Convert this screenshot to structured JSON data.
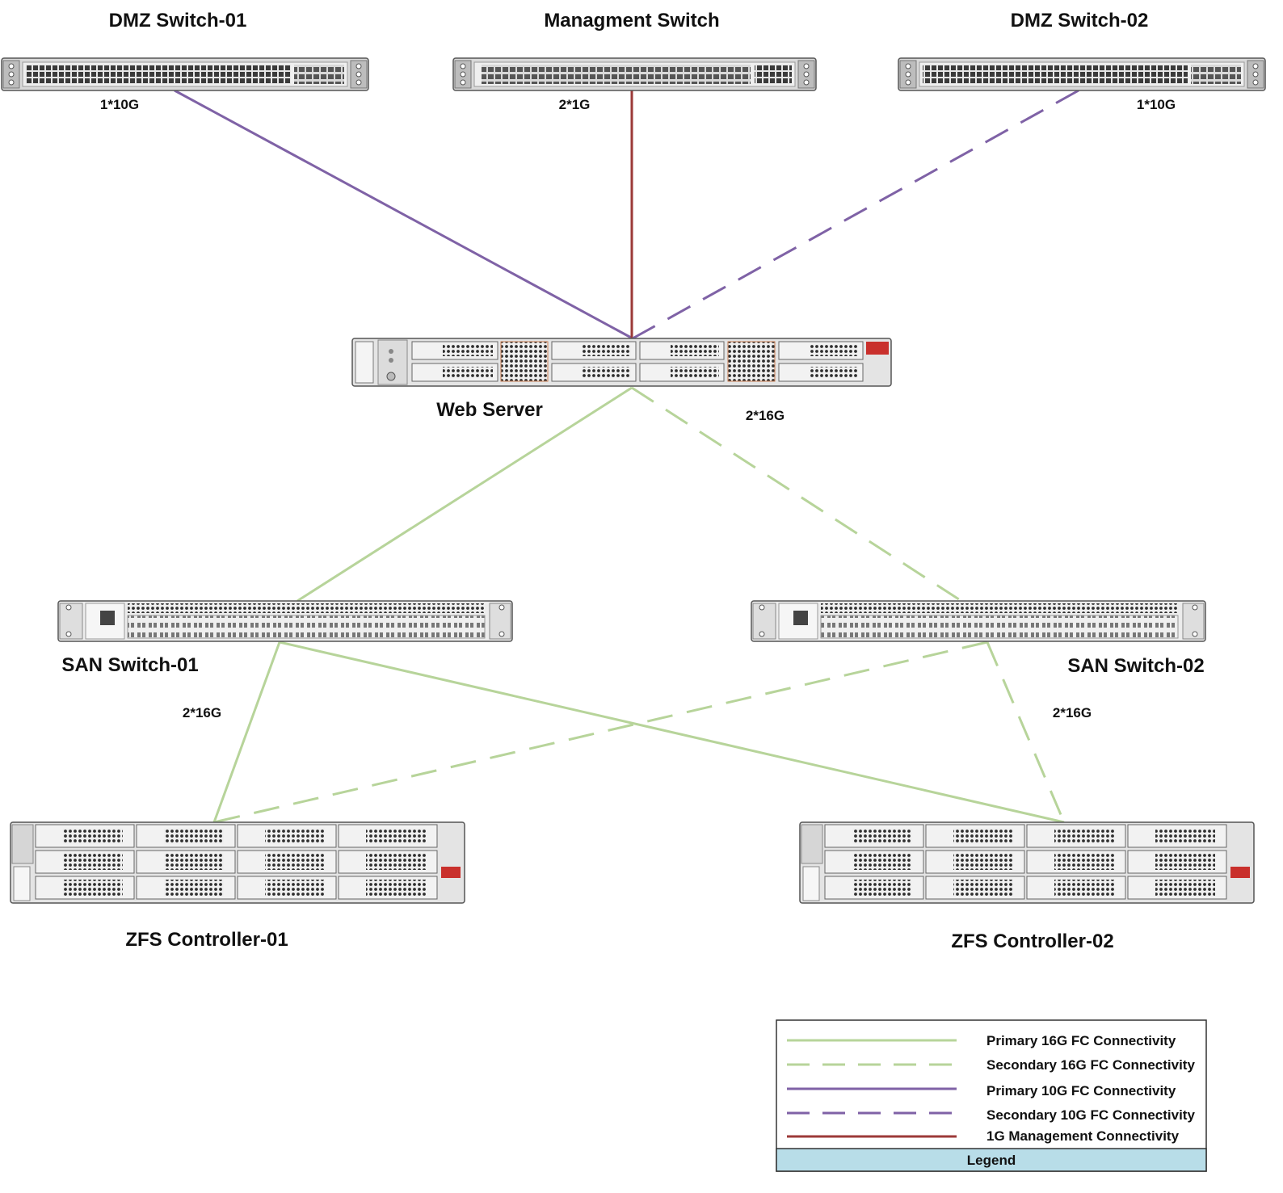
{
  "devices": {
    "dmz_switch_01": "DMZ Switch-01",
    "mgmt_switch": "Managment Switch",
    "dmz_switch_02": "DMZ Switch-02",
    "web_server": "Web Server",
    "san_switch_01": "SAN Switch-01",
    "san_switch_02": "SAN Switch-02",
    "zfs_controller_01": "ZFS Controller-01",
    "zfs_controller_02": "ZFS Controller-02"
  },
  "link_labels": {
    "dmz01": "1*10G",
    "mgmt": "2*1G",
    "dmz02": "1*10G",
    "web_san": "2*16G",
    "san01_zfs": "2*16G",
    "san02_zfs": "2*16G"
  },
  "colors": {
    "fc16": "#b7d49a",
    "fc10": "#7f62a6",
    "mgmt": "#9c3a38",
    "legend_header": "#b8dde8"
  },
  "legend": {
    "title": "Legend",
    "items": [
      {
        "label": "Primary 16G FC Connectivity",
        "style": "solid",
        "color": "#b7d49a"
      },
      {
        "label": "Secondary 16G FC Connectivity",
        "style": "dashed",
        "color": "#b7d49a"
      },
      {
        "label": "Primary 10G FC Connectivity",
        "style": "solid",
        "color": "#7f62a6"
      },
      {
        "label": "Secondary 10G FC Connectivity",
        "style": "dashed",
        "color": "#7f62a6"
      },
      {
        "label": "1G Management Connectivity",
        "style": "solid",
        "color": "#9c3a38"
      }
    ]
  }
}
